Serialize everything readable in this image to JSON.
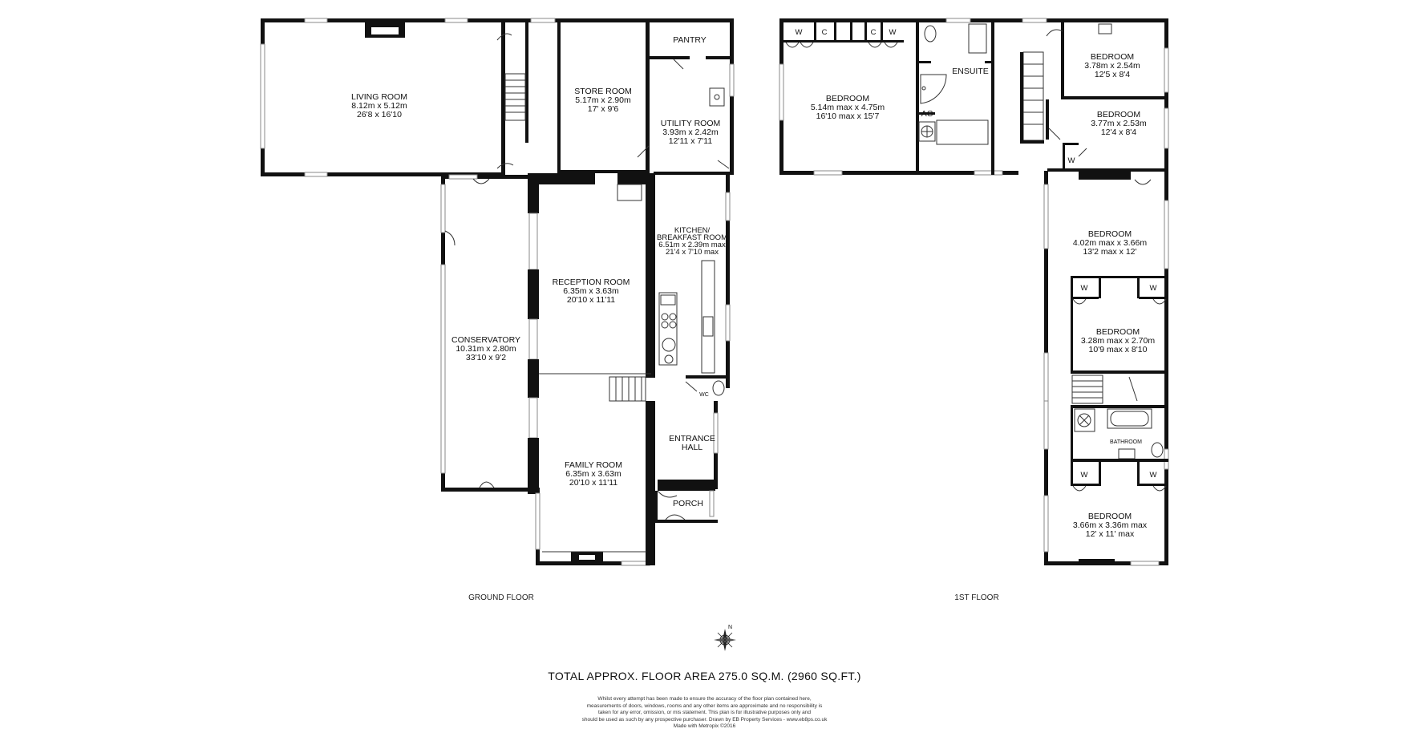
{
  "ground_floor": {
    "label": "GROUND FLOOR",
    "rooms": {
      "living_room": [
        "LIVING ROOM",
        "8.12m x 5.12m",
        "26'8 x 16'10"
      ],
      "store_room": [
        "STORE ROOM",
        "5.17m x 2.90m",
        "17' x 9'6"
      ],
      "pantry": [
        "PANTRY"
      ],
      "utility_room": [
        "UTILITY ROOM",
        "3.93m x 2.42m",
        "12'11 x 7'11"
      ],
      "kitchen": [
        "KITCHEN/",
        "BREAKFAST ROOM",
        "6.51m x 2.39m max",
        "21'4 x 7'10 max"
      ],
      "reception_room": [
        "RECEPTION ROOM",
        "6.35m x 3.63m",
        "20'10 x 11'11"
      ],
      "conservatory": [
        "CONSERVATORY",
        "10.31m x 2.80m",
        "33'10 x 9'2"
      ],
      "family_room": [
        "FAMILY ROOM",
        "6.35m x 3.63m",
        "20'10 x 11'11"
      ],
      "entrance_hall": [
        "ENTRANCE",
        "HALL"
      ],
      "porch": [
        "PORCH"
      ],
      "wc": [
        "WC"
      ]
    }
  },
  "first_floor": {
    "label": "1ST FLOOR",
    "rooms": {
      "bedroom_1": [
        "BEDROOM",
        "5.14m max x 4.75m",
        "16'10 max x 15'7"
      ],
      "ensuite": [
        "ENSUITE"
      ],
      "ac": [
        "AC"
      ],
      "bedroom_2": [
        "BEDROOM",
        "3.78m x 2.54m",
        "12'5 x 8'4"
      ],
      "bedroom_3": [
        "BEDROOM",
        "3.77m x 2.53m",
        "12'4 x 8'4"
      ],
      "bedroom_4": [
        "BEDROOM",
        "4.02m max x 3.66m",
        "13'2 max x 12'"
      ],
      "bedroom_5": [
        "BEDROOM",
        "3.28m max x 2.70m",
        "10'9 max x 8'10"
      ],
      "bathroom": [
        "BATHROOM"
      ],
      "bedroom_6": [
        "BEDROOM",
        "3.66m x 3.36m max",
        "12' x 11' max"
      ]
    },
    "cupboards": {
      "w": "W",
      "c": "C"
    }
  },
  "compass": {
    "north": "N"
  },
  "total_area": "TOTAL APPROX. FLOOR AREA 275.0 SQ.M. (2960 SQ.FT.)",
  "disclaimer": [
    "Whilst every attempt has been made to ensure the accuracy of the floor plan contained here,",
    "measurements of doors, windows, rooms and any other items are approximate and no responsibility is",
    "taken for any error, omission, or mis statement. This plan is for illustrative purposes only and",
    "should be used as such by any prospective purchaser. Drawn by EB Property Services - www.eb8ps.co.uk",
    "Made with Metropix ©2016"
  ]
}
